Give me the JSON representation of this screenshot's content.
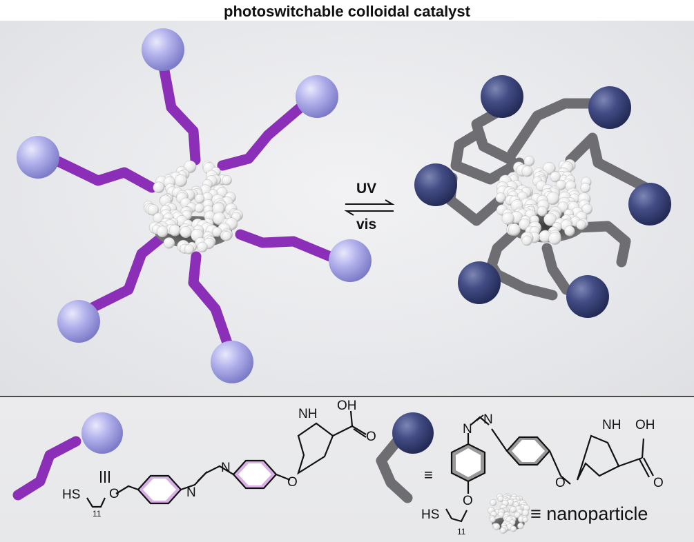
{
  "title": "photoswitchable colloidal catalyst",
  "switch_labels": {
    "forward": "UV",
    "reverse": "vis"
  },
  "legend": {
    "equiv_symbol": "≡",
    "nanoparticle_label": "≡ nanoparticle",
    "atoms": {
      "oh": "OH",
      "nh": "NH",
      "n": "N",
      "o": "O",
      "hs": "HS",
      "sub11": "11"
    }
  },
  "colors": {
    "trans_chain": "#8b2fb8",
    "trans_sphere": "#a9a8e6",
    "cis_chain": "#6d6d72",
    "cis_sphere": "#3b4478",
    "nanoparticle": "#f4f4f4",
    "benzene_trans_fill": "#d9b0e6"
  }
}
